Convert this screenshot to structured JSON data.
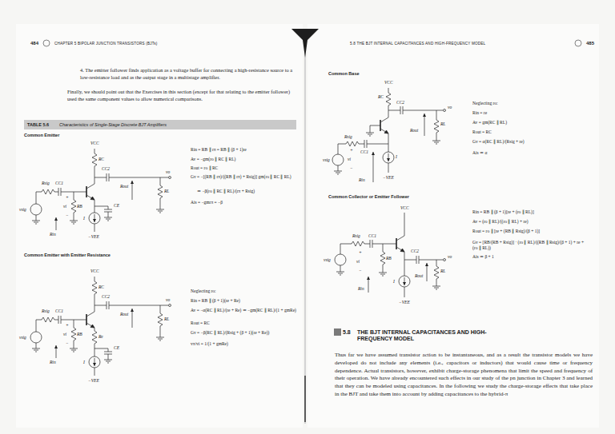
{
  "diagram": {
    "labels": [
      "484",
      "CHAPTER 5 BIPOLAR JUNCTION TRANSISTORS (BJTs)",
      "4. The emitter follower finds application as a voltage buffer for connecting a high-resistance source to a low-resistance load and as the output stage in a multistage amplifier.",
      "Finally, we should point out that the Exercises in this section (except for that relating to the emitter follower) used the same component values to allow numerical comparisons.",
      "TABLE 5.6",
      "Characteristics of Single-Stage Discrete BJT Amplifiers",
      "Common Emitter",
      "VCC",
      "RC",
      "CC2",
      "vo",
      "RL",
      "Rout",
      "Rsig",
      "CC1",
      "vsig",
      "+",
      "vi",
      "−",
      "RB",
      "CE",
      "I",
      "Rin",
      "−VEE",
      "Rin = RB ∥ rπ = RB ∥ (β + 1)re",
      "Av = −gm(ro ∥ RC ∥ RL)",
      "Rout = ro ∥ RC",
      "Gv = −[(RB ∥ rπ)/((RB ∥ rπ) + Rsig)] gm(ro ∥ RC ∥ RL)",
      "≃ −β(ro ∥ RC ∥ RL)/(rπ + Rsig)",
      "Ais = −gmrπ = −β",
      "Common Emitter with Emitter Resistance",
      "VCC",
      "RC",
      "CC2",
      "vo",
      "RL",
      "Rout",
      "Rsig",
      "CC1",
      "vsig",
      "+",
      "vi",
      "−",
      "RB",
      "Re",
      "CE",
      "I",
      "Rin",
      "−VEE",
      "Neglecting ro:",
      "Rin = RB ∥ (β + 1)(re + Re)",
      "Av = −α(RC ∥ RL)/(re + Re) ≃ −gm(RC ∥ RL)/(1 + gmRe)",
      "Rout = RC",
      "Gv = −β(RC ∥ RL)/(Rsig + (β + 1)(re + Re))",
      "vπ/vi = 1/(1 + gmRe)",
      "5.8 THE BJT INTERNAL CAPACITANCES AND HIGH-FREQUENCY MODEL",
      "485",
      "Common Base",
      "VCC",
      "RC",
      "CC2",
      "vo",
      "RL",
      "Rout",
      "Rsig",
      "CC1",
      "vsig",
      "+",
      "vi",
      "−",
      "I",
      "Rin",
      "−VEE",
      "Neglecting ro:",
      "Rin = re",
      "Av = gm(RC ∥ RL)",
      "Rout = RC",
      "Gv = α(RC ∥ RL)/(Rsig + re)",
      "Ais ≃ α",
      "Common Collector or Emitter Follower",
      "VCC",
      "Rsig",
      "CC1",
      "CC2",
      "vo",
      "vsig",
      "+",
      "vi",
      "−",
      "RB",
      "I",
      "RL",
      "Rin",
      "Rout",
      "−VEE",
      "Rin = RB ∥ (β + 1)[re + (ro ∥ RL)]",
      "Av = (ro ∥ RL)/((ro ∥ RL) + re)",
      "Rout = ro ∥ [re + (RB ∥ Rsig)/(β + 1)]",
      "Gv = [RB/(RB + Rsig)] · (ro ∥ RL)/((RB ∥ Rsig)/(β + 1) + re + (ro ∥ RL))",
      "Ais ≃ β + 1",
      "5.8",
      "THE BJT INTERNAL CAPACITANCES AND HIGH-FREQUENCY MODEL",
      "Thus far we have assumed transistor action to be instantaneous, and as a result the transistor models we have developed do not include any elements (i.e., capacitors or inductors) that would cause time or frequency dependence. Actual transistors, however, exhibit charge-storage phenomena that limit the speed and frequency of their operation. We have already encountered such effects in our study of the pn junction in Chapter 3 and learned that they can be modeled using capacitances. In the following we study the charge-storage effects that take place in the BJT and take them into account by adding capacitances to the hybrid-π"
    ]
  }
}
